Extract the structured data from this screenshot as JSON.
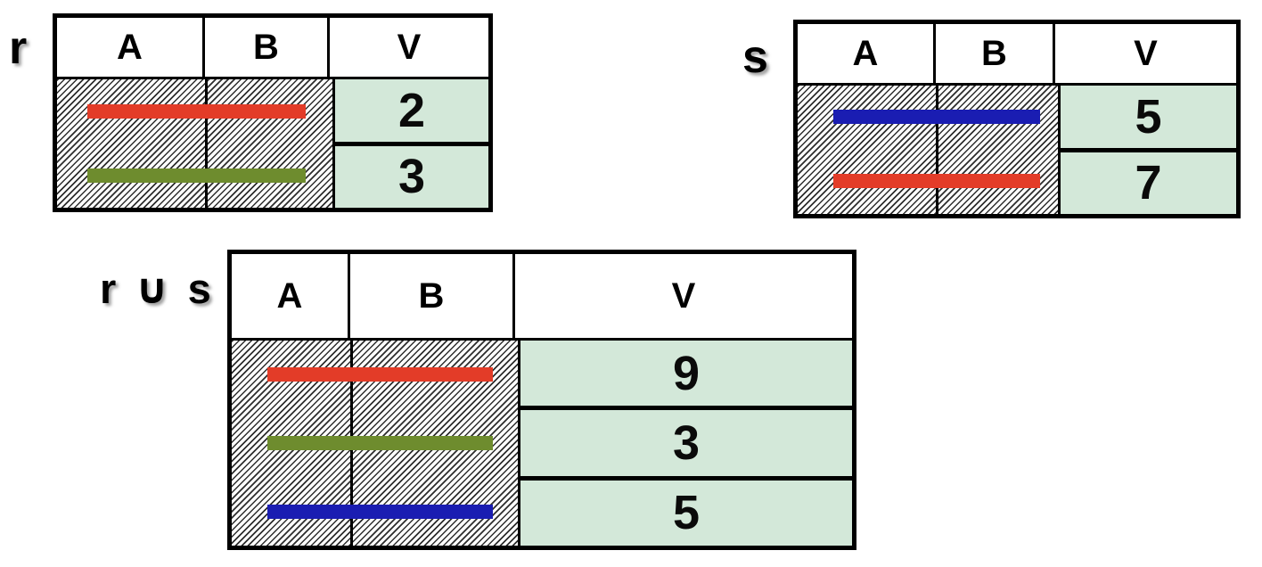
{
  "colors": {
    "bar_red": "#e33c28",
    "bar_green": "#6e8c2e",
    "bar_blue": "#1a1db2",
    "value_cell_bg": "#d3e8d9",
    "border": "#000000"
  },
  "tables": {
    "r": {
      "label": "r",
      "columns": [
        "A",
        "B",
        "V"
      ],
      "rows": [
        {
          "tuple": "red-tuple",
          "color": "#e33c28",
          "value": "2"
        },
        {
          "tuple": "green-tuple",
          "color": "#6e8c2e",
          "value": "3"
        }
      ]
    },
    "s": {
      "label": "s",
      "columns": [
        "A",
        "B",
        "V"
      ],
      "rows": [
        {
          "tuple": "blue-tuple",
          "color": "#1a1db2",
          "value": "5"
        },
        {
          "tuple": "red-tuple",
          "color": "#e33c28",
          "value": "7"
        }
      ]
    },
    "union": {
      "label": "r ∪ s",
      "columns": [
        "A",
        "B",
        "V"
      ],
      "rows": [
        {
          "tuple": "red-tuple",
          "color": "#e33c28",
          "value": "9"
        },
        {
          "tuple": "green-tuple",
          "color": "#6e8c2e",
          "value": "3"
        },
        {
          "tuple": "blue-tuple",
          "color": "#1a1db2",
          "value": "5"
        }
      ]
    }
  }
}
